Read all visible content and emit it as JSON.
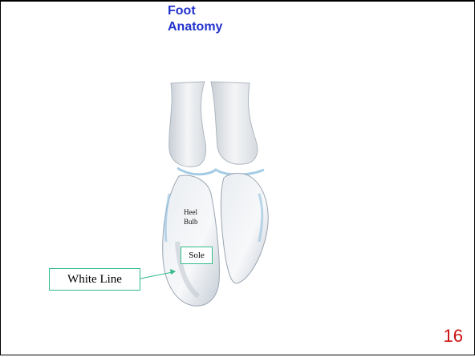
{
  "slide": {
    "title_line1": "Foot",
    "title_line2": "Anatomy",
    "page_number": "16"
  },
  "labels": {
    "heel_line1": "Heel",
    "heel_line2": "Bulb",
    "sole": "Sole",
    "white_line": "White Line"
  },
  "colors": {
    "title": "#2233cc",
    "label_border": "#33bb88",
    "page_number": "#cc1111"
  }
}
